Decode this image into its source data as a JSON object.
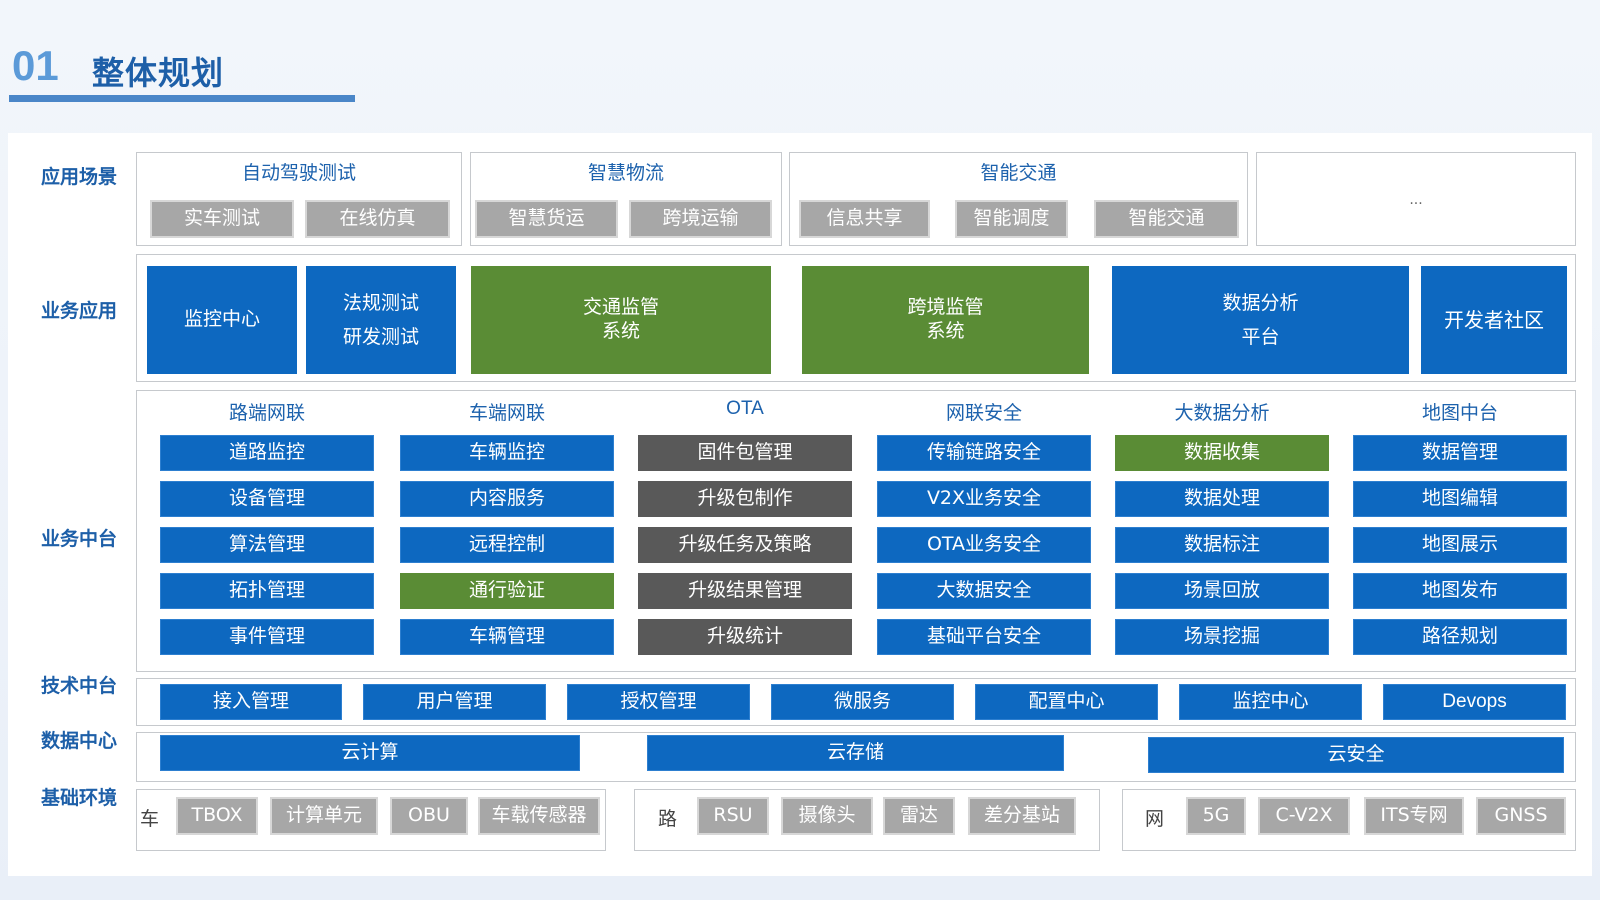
{
  "header": {
    "number": "01",
    "title": "整体规划"
  },
  "rows": {
    "app": "应用场景",
    "biz": "业务应用",
    "mid": "业务中台",
    "tech": "技术中台",
    "data": "数据中心",
    "base": "基础环境"
  },
  "scenes": [
    {
      "title": "自动驾驶测试",
      "items": [
        "实车测试",
        "在线仿真"
      ]
    },
    {
      "title": "智慧物流",
      "items": [
        "智慧货运",
        "跨境运输"
      ]
    },
    {
      "title": "智能交通",
      "items": [
        "信息共享",
        "智能调度",
        "智能交通"
      ]
    },
    {
      "title": "",
      "items": [
        "..."
      ]
    }
  ],
  "biz_apps": [
    "监控中心",
    "法规测试",
    "研发测试",
    "交通监管",
    "系统",
    "跨境监管",
    "系统",
    "数据分析",
    "平台",
    "开发者社区"
  ],
  "middle": [
    {
      "title": "路端网联",
      "items": [
        "道路监控",
        "设备管理",
        "算法管理",
        "拓扑管理",
        "事件管理"
      ]
    },
    {
      "title": "车端网联",
      "items": [
        "车辆监控",
        "内容服务",
        "远程控制",
        "通行验证",
        "车辆管理"
      ]
    },
    {
      "title": "OTA",
      "items": [
        "固件包管理",
        "升级包制作",
        "升级任务及策略",
        "升级结果管理",
        "升级统计"
      ]
    },
    {
      "title": "网联安全",
      "items": [
        "传输链路安全",
        "V2X业务安全",
        "OTA业务安全",
        "大数据安全",
        "基础平台安全"
      ]
    },
    {
      "title": "大数据分析",
      "items": [
        "数据收集",
        "数据处理",
        "数据标注",
        "场景回放",
        "场景挖掘"
      ]
    },
    {
      "title": "地图中台",
      "items": [
        "数据管理",
        "地图编辑",
        "地图展示",
        "地图发布",
        "路径规划"
      ]
    }
  ],
  "tech": [
    "接入管理",
    "用户管理",
    "授权管理",
    "微服务",
    "配置中心",
    "监控中心",
    "Devops"
  ],
  "datacenter": [
    "云计算",
    "云存储",
    "云安全"
  ],
  "base": [
    {
      "prefix": "车",
      "items": [
        "TBOX",
        "计算单元",
        "OBU",
        "车载传感器"
      ]
    },
    {
      "prefix": "路",
      "items": [
        "RSU",
        "摄像头",
        "雷达",
        "差分基站"
      ]
    },
    {
      "prefix": "网",
      "items": [
        "5G",
        "C-V2X",
        "ITS专网",
        "GNSS"
      ]
    }
  ],
  "colors": {
    "blue": "#0d68c0",
    "green": "#5a8c35",
    "dark_gray": "#595959",
    "gray": "#a7a7a7",
    "title_blue": "#1d5fa8"
  }
}
